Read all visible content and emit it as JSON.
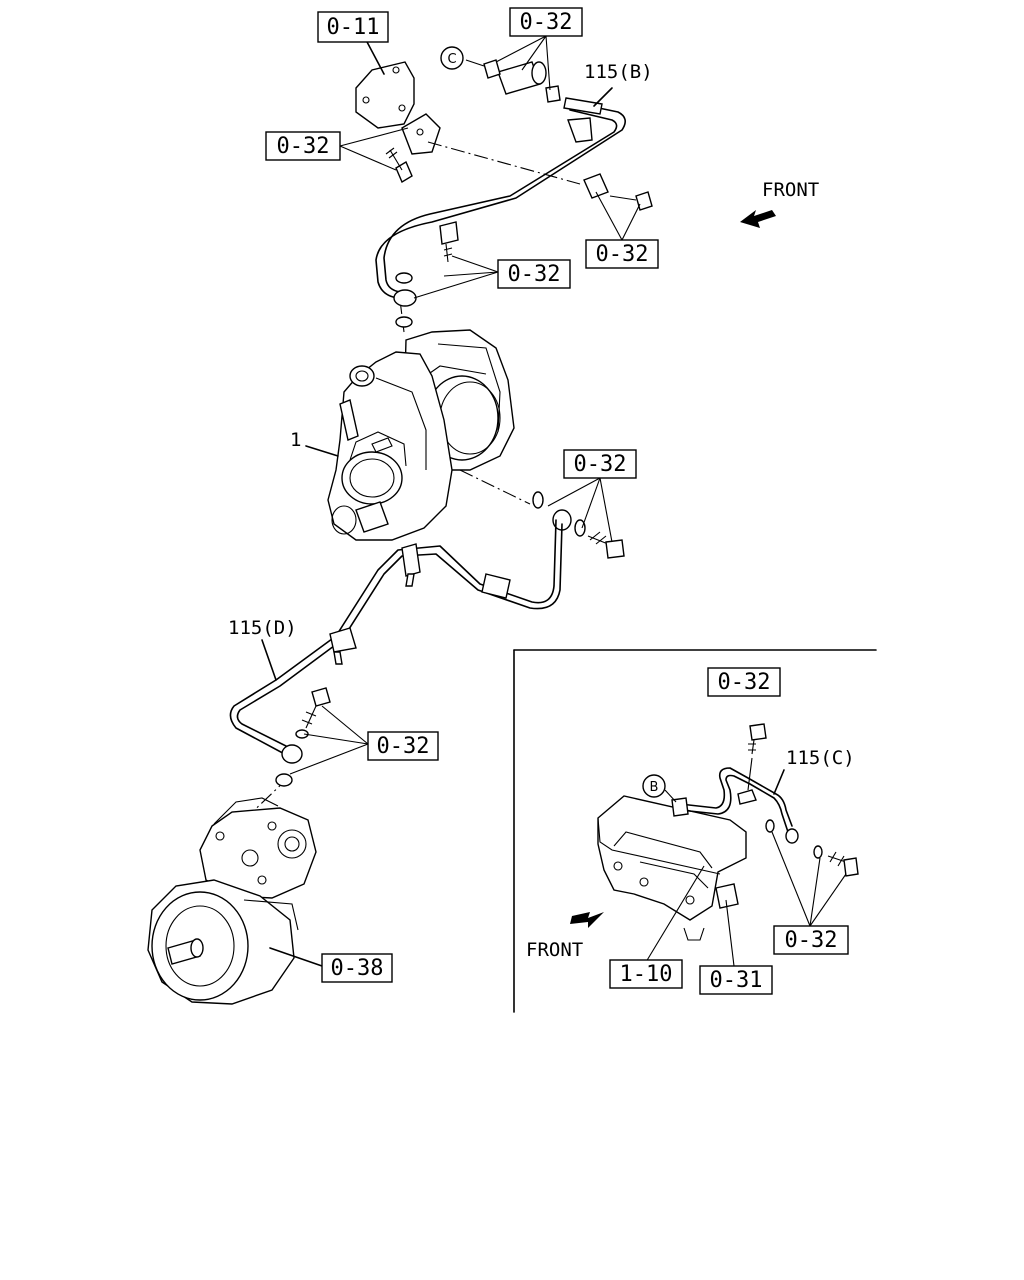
{
  "callouts": {
    "ref_0_11": "0-11",
    "ref_0_32_top": "0-32",
    "ref_0_32_left": "0-32",
    "ref_0_32_right": "0-32",
    "ref_0_32_mid": "0-32",
    "ref_0_32_turbo": "0-32",
    "ref_0_32_lower": "0-32",
    "ref_0_38": "0-38",
    "ref_0_32_inset_top": "0-32",
    "ref_0_32_inset_right": "0-32",
    "ref_1_10": "1-10",
    "ref_0_31": "0-31"
  },
  "part_labels": {
    "p115b": "115(B)",
    "p115d": "115(D)",
    "p115c": "115(C)",
    "p1": "1",
    "front_main": "FRONT",
    "front_inset": "FRONT",
    "circle_c": "C",
    "circle_b": "B"
  }
}
